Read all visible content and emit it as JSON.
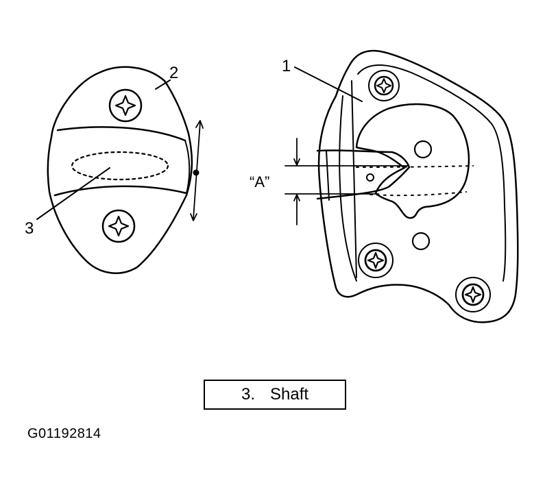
{
  "labels": {
    "callout_1": "1",
    "callout_2": "2",
    "callout_3": "3",
    "dimension_a": "“A”"
  },
  "legend": {
    "number": "3.",
    "text": "Shaft"
  },
  "figure_id": "G01192814"
}
